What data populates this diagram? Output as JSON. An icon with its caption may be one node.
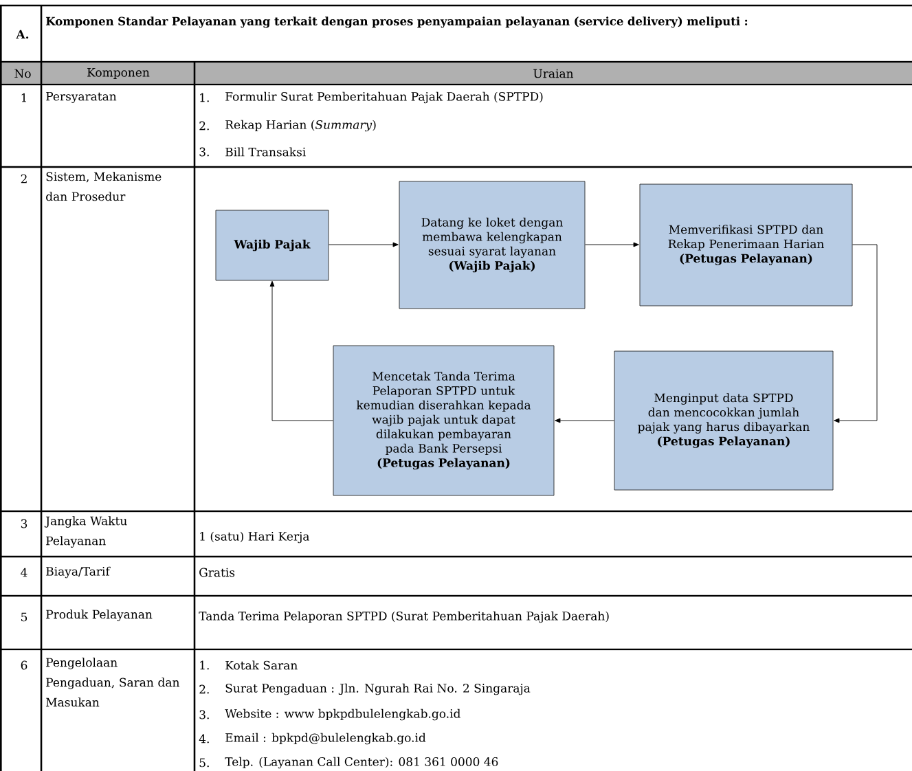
{
  "diagram": {
    "title": "Komponen Standar Pelayanan yang terkait dengan proses penyampaian pelayanan (service delivery) meliputi :",
    "nodes": [
      {
        "text": [
          "Wajib Pajak"
        ]
      },
      {
        "text": [
          "Datang ke loket dengan membawa kelengkapan sesuai syarat layanan",
          "(Wajib Pajak)"
        ]
      },
      {
        "text": [
          "Memverifikasi SPTPD dan Rekap Penerimaan Harian",
          "(Petugas Pelayanan)"
        ]
      },
      {
        "text": [
          "Menginput data SPTPD dan mencocokkan jumlah pajak yang harus dibayarkan",
          "(Petugas Pelayanan)"
        ]
      },
      {
        "text": [
          "Mencetak Tanda Terima Pelaporan SPTPD untuk kemudian diserahkan kepada wajib pajak untuk dapat dilakukan pembayaran pada Bank Persepsi",
          "(Petugas Pelayanan)"
        ]
      }
    ],
    "edges": [
      {
        "from": 0,
        "to": 1,
        "arrow": "to"
      },
      {
        "from": 1,
        "to": 2,
        "arrow": "to"
      },
      {
        "from": 2,
        "to": 3,
        "arrow": "to"
      },
      {
        "from": 3,
        "to": 4,
        "arrow": "to"
      },
      {
        "from": 4,
        "to": 0,
        "arrow": "to"
      }
    ],
    "labels": [
      "A.",
      "No",
      "Komponen",
      "Uraian",
      "1",
      "Persyaratan",
      "1.",
      "Formulir Surat Pemberitahuan Pajak Daerah (SPTPD)",
      "2.",
      "Rekap Harian (*Summary*)",
      "3.",
      "Bill Transaksi",
      "2",
      "Sistem, Mekanisme dan Prosedur",
      "3",
      "Jangka Waktu Pelayanan",
      "1 (satu) Hari Kerja",
      "4",
      "Biaya/Tarif",
      "Gratis",
      "5",
      "Produk Pelayanan",
      "Tanda Terima Pelaporan SPTPD (Surat Pemberitahuan Pajak Daerah)",
      "6",
      "Pengelolaan Pengaduan, Saran dan Masukan",
      "1.",
      "Kotak Saran",
      "2.",
      "Surat Pengaduan : Jln. Ngurah Rai No. 2 Singaraja",
      "3.",
      "Website : www bpkpdbulelengkab.go.id",
      "4.",
      "Email : bpkpd@bulelengkab.go.id",
      "5.",
      "Telp. (Layanan Call Center): 081 361 0000 46"
    ]
  }
}
